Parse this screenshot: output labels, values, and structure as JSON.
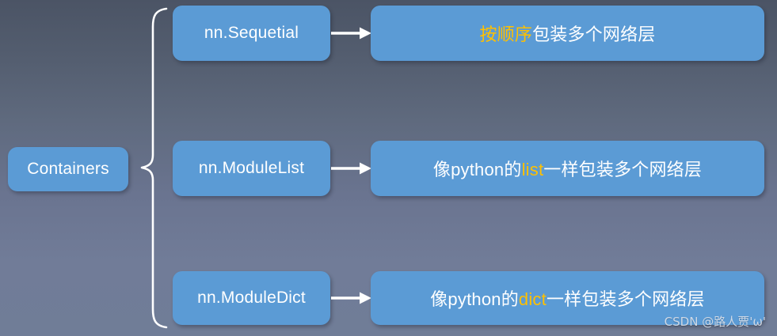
{
  "slide": {
    "background_top_color": "#4b5465",
    "background_bottom_color": "#707d97",
    "node_color": "#5b9bd5",
    "text_color": "#ffffff",
    "highlight_color": "#ffc000"
  },
  "root": {
    "label": "Containers"
  },
  "rows": [
    {
      "name": "nn.Sequetial",
      "description_prefix": "",
      "description_highlight": "按顺序",
      "description_suffix": "包装多个网络层",
      "description_full": "按顺序包装多个网络层"
    },
    {
      "name": "nn.ModuleList",
      "description_prefix": "像python的",
      "description_highlight": "list",
      "description_suffix": "一样包装多个网络层",
      "description_full": "像python的list一样包装多个网络层"
    },
    {
      "name": "nn.ModuleDict",
      "description_prefix": "像python的",
      "description_highlight": "dict",
      "description_suffix": "一样包装多个网络层",
      "description_full": "像python的dict一样包装多个网络层"
    }
  ],
  "watermark": {
    "text": "CSDN @路人贾'ω'"
  }
}
